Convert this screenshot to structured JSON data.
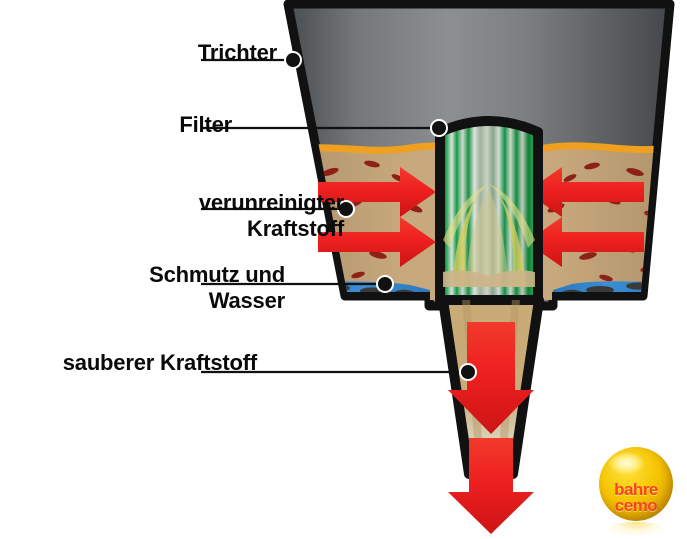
{
  "diagram": {
    "title_alt": "Trichter mit Filter - Kraftstofffilterung",
    "labels": [
      {
        "id": "trichter",
        "text": "Trichter"
      },
      {
        "id": "filter",
        "text": "Filter"
      },
      {
        "id": "verunreinigter_kraftstoff",
        "text": "verunreinigter\nKraftstoff"
      },
      {
        "id": "schmutz_wasser",
        "text": "Schmutz und\nWasser"
      },
      {
        "id": "sauberer_kraftstoff",
        "text": "sauberer Kraftstoff"
      }
    ],
    "colors": {
      "funnel_body_light": "#8a8d8f",
      "funnel_body_dark": "#4e5153",
      "outline": "#111111",
      "dirty_fuel": "#c4a57a",
      "fuel_surface": "#f0a021",
      "dirt_particle": "#8d2017",
      "water_layer": "#2f83c8",
      "sediment": "#3a3a38",
      "filter_green": "#118a3c",
      "filter_green_dark": "#0a6e2e",
      "filter_light": "#d8ded6",
      "clean_fuel": "#c9ab78",
      "arrow_red": "#ee2222",
      "arrow_red_dark": "#c41616",
      "logo_ball": "#f5c400",
      "logo_text": "#f4452a"
    },
    "flow_arrows": {
      "inward_left_count": 2,
      "inward_right_count": 2,
      "downward_count": 2,
      "direction_left": "right",
      "direction_right": "left",
      "direction_spout": "down"
    }
  },
  "logo": {
    "line1": "bahre",
    "line2": "cemo"
  }
}
